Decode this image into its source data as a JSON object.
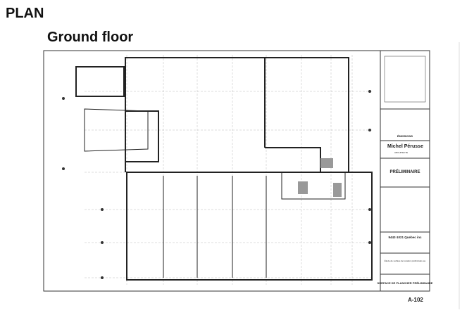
{
  "page_title": "PLAN",
  "subtitle": "Ground floor",
  "title_block": {
    "section": "ÉMISSIONS",
    "architect_name": "Michel Pérusse",
    "architect_role": "ARCHITECTE",
    "status": "PRÉLIMINAIRE",
    "client": "9442-1021 Quebec inc",
    "project": "Étude de surface de location préliminaire au",
    "sheet_title": "SURFACE DE PLANCHER PRÉLIMINAIRE",
    "sheet_number": "A-102"
  }
}
